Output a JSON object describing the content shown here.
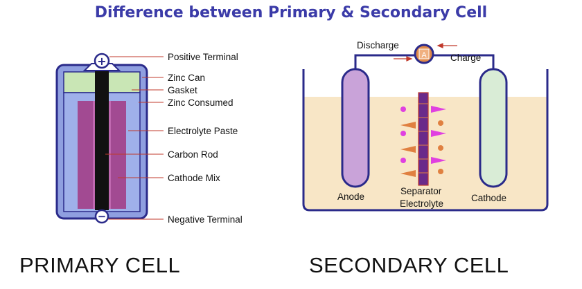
{
  "title": "Difference between Primary & Secondary Cell",
  "primary": {
    "caption": "PRIMARY CELL",
    "labels": {
      "positive_terminal": "Positive Terminal",
      "zinc_can": "Zinc Can",
      "gasket": "Gasket",
      "zinc_consumed": "Zinc Consumed",
      "electrolyte_paste": "Electrolyte Paste",
      "carbon_rod": "Carbon Rod",
      "cathode_mix": "Cathode Mix",
      "negative_terminal": "Negative Terminal"
    },
    "plus_symbol": "+",
    "minus_symbol": "−"
  },
  "secondary": {
    "caption": "SECONDARY CELL",
    "labels": {
      "discharge": "Discharge",
      "charge": "Charge",
      "ammeter": "A",
      "anode": "Anode",
      "separator": "Separator",
      "electrolyte": "Electrolyte",
      "cathode": "Cathode"
    }
  },
  "colors": {
    "title": "#3b3ba8",
    "outline": "#2a2a8a",
    "can_blue": "#8f9fe0",
    "gasket_green": "#c9e6b5",
    "paste": "#a24a92",
    "cathode_mix": "#c068b0",
    "carbon_rod": "#111111",
    "leader": "#c0392b",
    "electrolyte": "#f8e6c6",
    "anode": "#c9a3d9",
    "cathode": "#d9ecd6",
    "separator": "#6a2a8a",
    "arrow_magenta": "#e040e0",
    "arrow_orange": "#e08040"
  }
}
